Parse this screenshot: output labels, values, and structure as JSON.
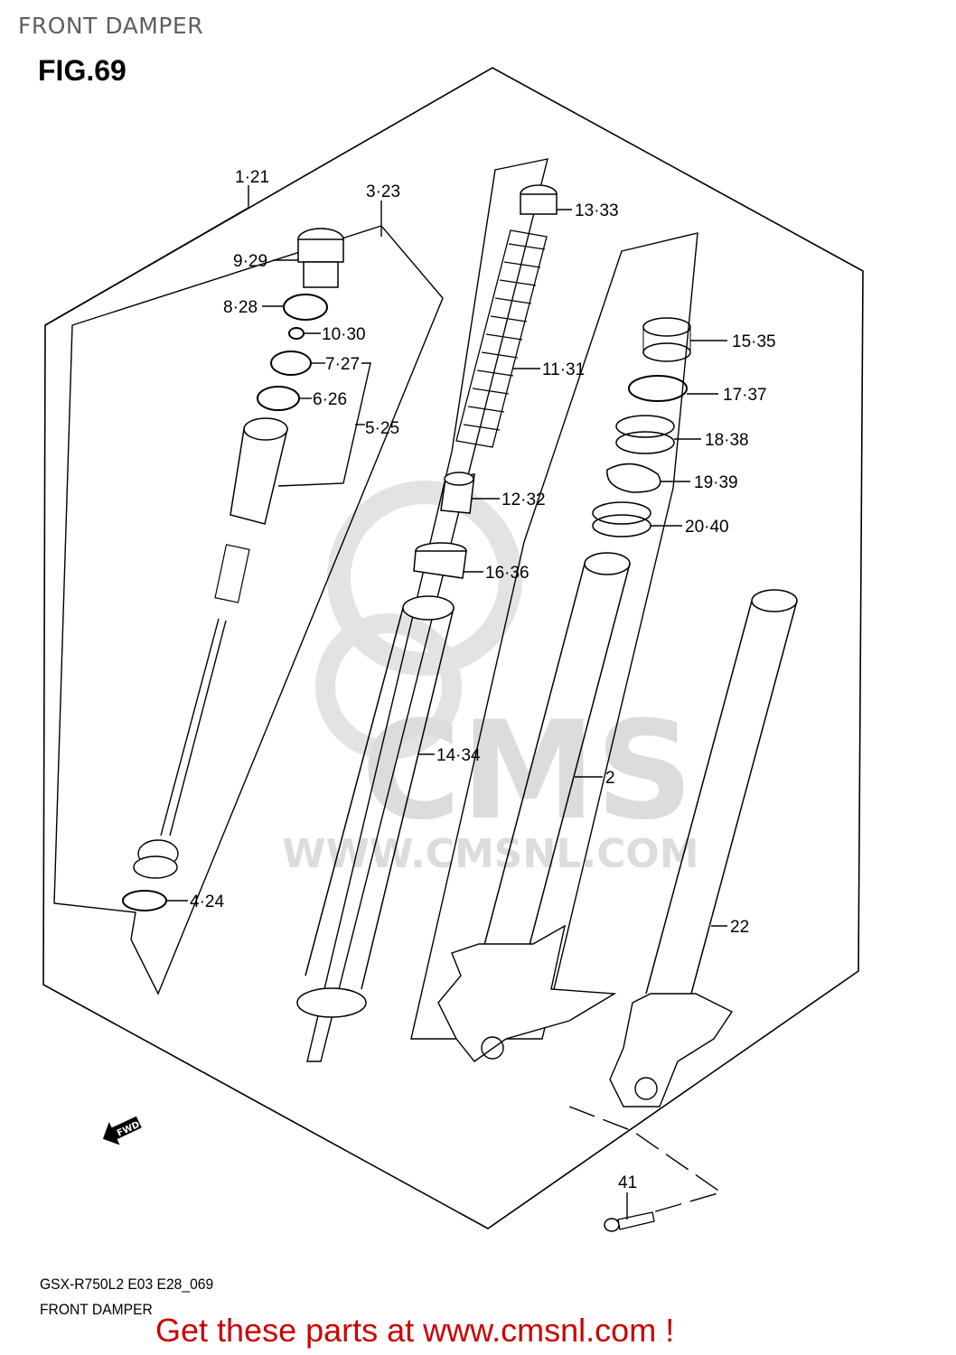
{
  "header": {
    "title": "FRONT DAMPER",
    "figure": "FIG.69"
  },
  "diagram": {
    "watermark": {
      "logo_text": "CMS",
      "url_text": "WWW.CMSNL.COM"
    },
    "direction_badge": {
      "icon": "fwd-arrow-icon",
      "label": "FWD"
    },
    "callouts": [
      {
        "id": "c1",
        "label": "1·21"
      },
      {
        "id": "c3",
        "label": "3·23"
      },
      {
        "id": "c9",
        "label": "9·29"
      },
      {
        "id": "c8",
        "label": "8·28"
      },
      {
        "id": "c10",
        "label": "10·30"
      },
      {
        "id": "c7",
        "label": "7·27"
      },
      {
        "id": "c6",
        "label": "6·26"
      },
      {
        "id": "c5",
        "label": "5·25"
      },
      {
        "id": "c4",
        "label": "4·24"
      },
      {
        "id": "c13",
        "label": "13·33"
      },
      {
        "id": "c11",
        "label": "11·31"
      },
      {
        "id": "c12",
        "label": "12·32"
      },
      {
        "id": "c16",
        "label": "16·36"
      },
      {
        "id": "c14",
        "label": "14·34"
      },
      {
        "id": "c15",
        "label": "15·35"
      },
      {
        "id": "c17",
        "label": "17·37"
      },
      {
        "id": "c18",
        "label": "18·38"
      },
      {
        "id": "c19",
        "label": "19·39"
      },
      {
        "id": "c20",
        "label": "20·40"
      },
      {
        "id": "c2",
        "label": "2"
      },
      {
        "id": "c22",
        "label": "22"
      },
      {
        "id": "c41",
        "label": "41"
      }
    ]
  },
  "footer": {
    "model_code": "GSX-R750L2 E03 E28_069",
    "section_name": "FRONT DAMPER",
    "cta_text": "Get these parts at www.cmsnl.com !",
    "cta_color": "#cc0000"
  }
}
